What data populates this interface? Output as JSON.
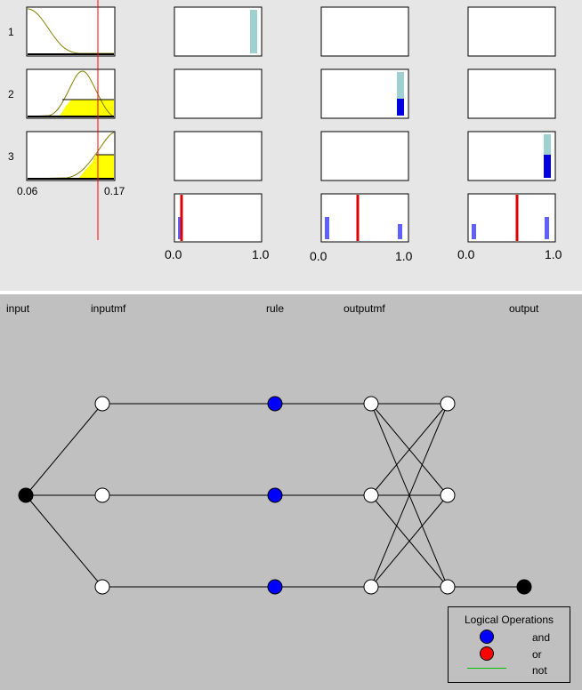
{
  "input_mfs": {
    "row_labels": [
      "1",
      "2",
      "3"
    ],
    "range": {
      "min_label": "0.06",
      "max_label": "0.17"
    }
  },
  "rule_columns": [
    {
      "axis_min_label": "0.0",
      "axis_max_label": "1.0"
    },
    {
      "axis_min_label": "0.0",
      "axis_max_label": "1.0"
    },
    {
      "axis_min_label": "0.0",
      "axis_max_label": "1.0"
    }
  ],
  "network": {
    "layer_labels": {
      "input": "input",
      "inputmf": "inputmf",
      "rule": "rule",
      "outputmf": "outputmf",
      "output": "output"
    }
  },
  "legend": {
    "title": "Logical Operations",
    "and_label": "and",
    "or_label": "or",
    "not_label": "not",
    "and_color": "#0000ff",
    "or_color": "#ff0000",
    "not_color": "#00c000"
  },
  "colors": {
    "cursor_line": "#ff0000",
    "mf_fill": "#ffff00",
    "mf_curve": "#808000",
    "bar_light": "#9fd0d0",
    "bar_dark": "#0000e0",
    "bar_output": "#6060ff",
    "output_line": "#dd0000"
  }
}
